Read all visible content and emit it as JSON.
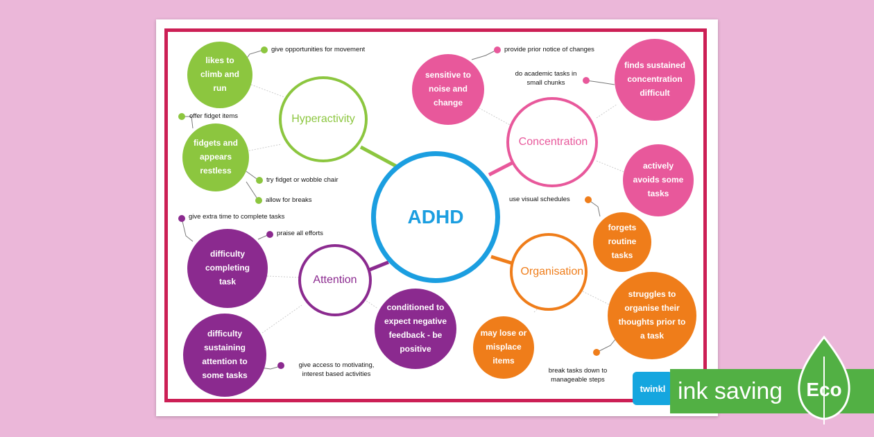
{
  "center": {
    "label": "ADHD",
    "color": "#1b9ee0"
  },
  "hyperactivity": {
    "label": "Hyperactivity",
    "color": "#8cc63f",
    "traits": [
      "likes to climb and run",
      "fidgets and appears restless"
    ],
    "tips": [
      "give opportunities for movement",
      "offer fidget items",
      "try fidget or wobble chair",
      "allow for breaks"
    ]
  },
  "concentration": {
    "label": "Concentration",
    "color": "#e8589b",
    "traits": [
      "sensitive to noise and change",
      "finds sustained concentration difficult",
      "actively avoids some tasks"
    ],
    "tips": [
      "provide prior notice of changes",
      "do academic tasks in small chunks"
    ]
  },
  "attention": {
    "label": "Attention",
    "color": "#8b2a8f",
    "traits": [
      "difficulty completing task",
      "difficulty sustaining attention to some tasks",
      "conditioned to expect negative feedback - be positive"
    ],
    "tips": [
      "give extra time to complete tasks",
      "praise all efforts",
      "give access to motivating, interest based activities"
    ]
  },
  "organisation": {
    "label": "Organisation",
    "color": "#ef7d1a",
    "traits": [
      "forgets routine tasks",
      "struggles to organise their thoughts prior to a task",
      "may lose or misplace items"
    ],
    "tips": [
      "use visual schedules",
      "break tasks down to manageable steps"
    ]
  },
  "branding": {
    "logo": "twinkl",
    "badge_text": "ink saving",
    "badge_eco": "Eco",
    "badge_color": "#52b044"
  }
}
